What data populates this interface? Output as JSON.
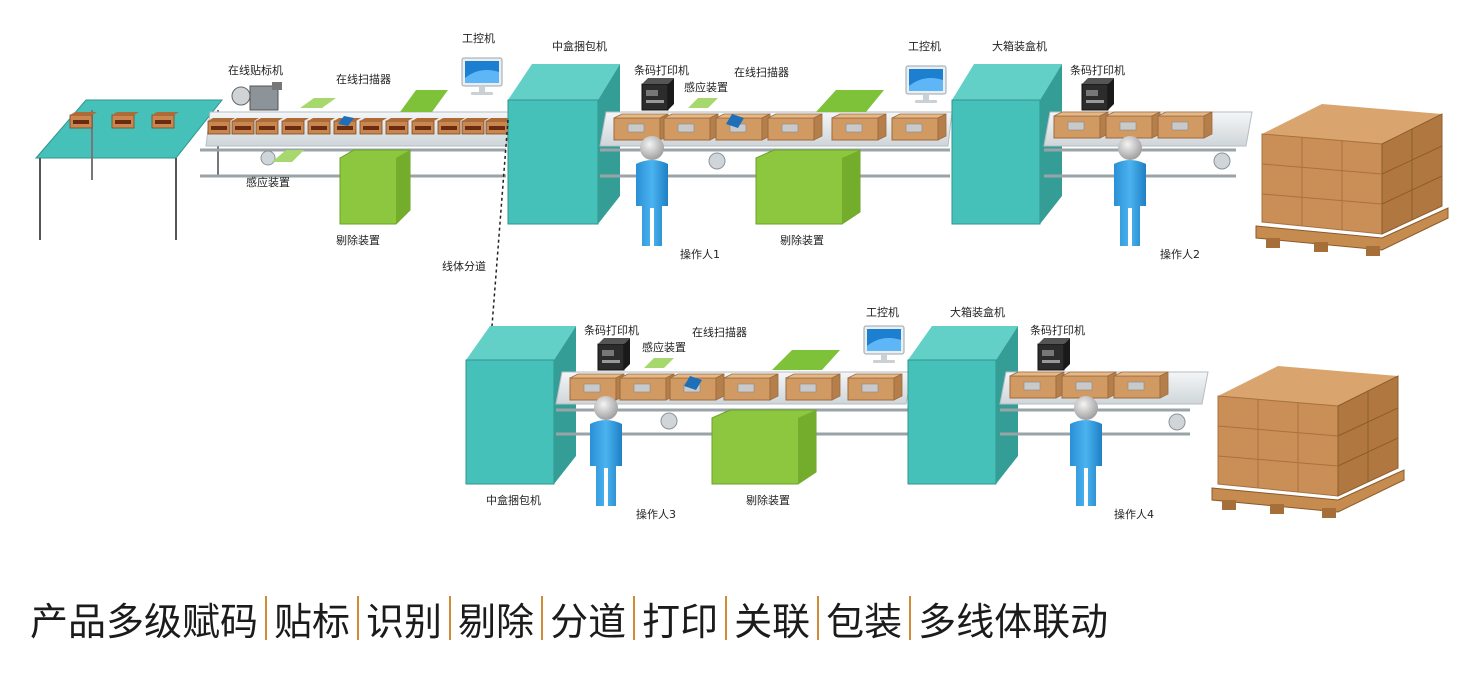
{
  "labels": {
    "labeler": "在线贴标机",
    "scanner_1": "在线扫描器",
    "sensor_1": "感应装置",
    "reject_1": "剔除装置",
    "ipc_1": "工控机",
    "bundler_1": "中盒捆包机",
    "printer_1": "条码打印机",
    "sensor_2": "感应装置",
    "scanner_2": "在线扫描器",
    "reject_2": "剔除装置",
    "operator_1": "操作人1",
    "ipc_2": "工控机",
    "casepacker_1": "大箱装盒机",
    "printer_2": "条码打印机",
    "operator_2": "操作人2",
    "diverter": "线体分道",
    "bundler_2": "中盒捆包机",
    "printer_3": "条码打印机",
    "sensor_3": "感应装置",
    "scanner_3": "在线扫描器",
    "reject_3": "剔除装置",
    "operator_3": "操作人3",
    "ipc_3": "工控机",
    "casepacker_2": "大箱装盒机",
    "printer_4": "条码打印机",
    "operator_4": "操作人4"
  },
  "footer": [
    "产品多级赋码",
    "贴标",
    "识别",
    "剔除",
    "分道",
    "打印",
    "关联",
    "包装",
    "多线体联动"
  ],
  "colors": {
    "machine": "#45c1b9",
    "reject": "#8dc63f",
    "operator": "#2f9ee0",
    "belt": "#dfe3e6",
    "box": "#d29a63",
    "footer_sep": "#d08a3a"
  }
}
